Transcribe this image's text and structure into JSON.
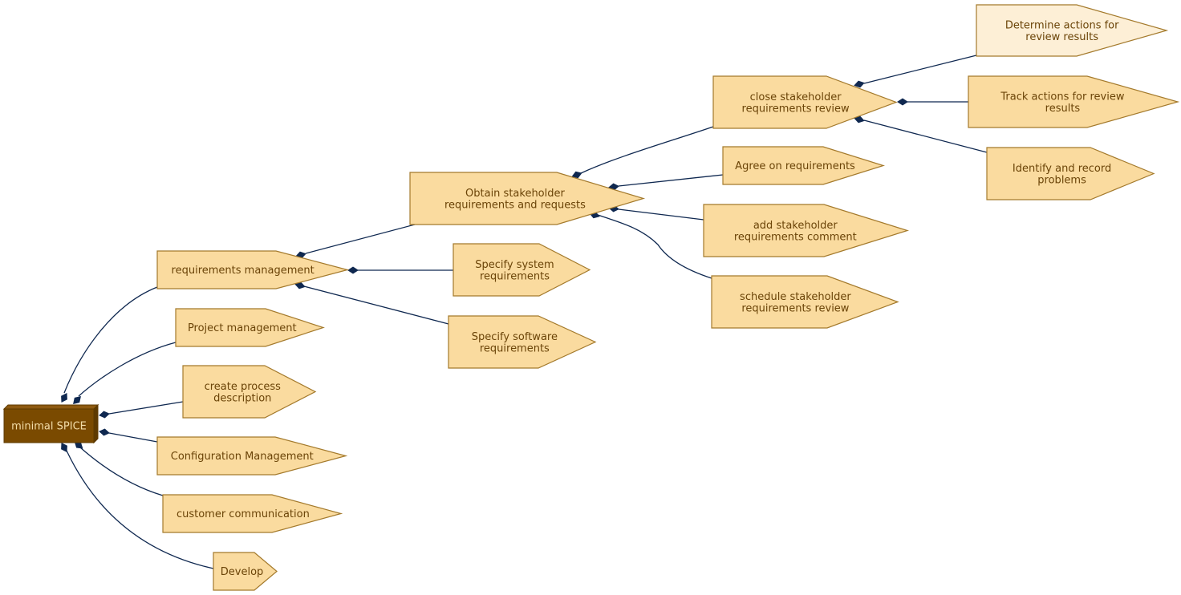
{
  "colors": {
    "edge": "#0f2850",
    "node_fill": "#fadb9f",
    "node_fill_light": "#fdefd6",
    "node_stroke": "#a47a2c",
    "node_text": "#6b4408",
    "root_fill": "#7a4a00",
    "root_text": "#f2dca8"
  },
  "root": {
    "id": "root",
    "lines": [
      "minimal SPICE"
    ]
  },
  "nodes": [
    {
      "id": "req_mgmt",
      "lines": [
        "requirements management"
      ]
    },
    {
      "id": "proj_mgmt",
      "lines": [
        "Project management"
      ]
    },
    {
      "id": "create_proc",
      "lines": [
        "create process",
        "description"
      ]
    },
    {
      "id": "config_mgmt",
      "lines": [
        "Configuration Management"
      ]
    },
    {
      "id": "cust_comm",
      "lines": [
        "customer communication"
      ]
    },
    {
      "id": "develop",
      "lines": [
        "Develop"
      ]
    },
    {
      "id": "obtain_req",
      "lines": [
        "Obtain stakeholder",
        "requirements and requests"
      ]
    },
    {
      "id": "spec_sys",
      "lines": [
        "Specify system",
        "requirements"
      ]
    },
    {
      "id": "spec_sw",
      "lines": [
        "Specify software",
        "requirements"
      ]
    },
    {
      "id": "close_review",
      "lines": [
        "close stakeholder",
        "requirements review"
      ]
    },
    {
      "id": "agree_req",
      "lines": [
        "Agree on requirements"
      ]
    },
    {
      "id": "add_comment",
      "lines": [
        "add stakeholder",
        "requirements comment"
      ]
    },
    {
      "id": "schedule_review",
      "lines": [
        "schedule stakeholder",
        "requirements review"
      ]
    },
    {
      "id": "determine_actions",
      "lines": [
        "Determine actions for",
        "review results"
      ],
      "light": true
    },
    {
      "id": "track_actions",
      "lines": [
        "Track actions for review",
        "results"
      ]
    },
    {
      "id": "identify_problems",
      "lines": [
        "Identify and record",
        "problems"
      ]
    }
  ],
  "edges": [
    {
      "from": "root",
      "to": "req_mgmt"
    },
    {
      "from": "root",
      "to": "proj_mgmt"
    },
    {
      "from": "root",
      "to": "create_proc"
    },
    {
      "from": "root",
      "to": "config_mgmt"
    },
    {
      "from": "root",
      "to": "cust_comm"
    },
    {
      "from": "root",
      "to": "develop"
    },
    {
      "from": "req_mgmt",
      "to": "obtain_req"
    },
    {
      "from": "req_mgmt",
      "to": "spec_sys"
    },
    {
      "from": "req_mgmt",
      "to": "spec_sw"
    },
    {
      "from": "obtain_req",
      "to": "close_review"
    },
    {
      "from": "obtain_req",
      "to": "agree_req"
    },
    {
      "from": "obtain_req",
      "to": "add_comment"
    },
    {
      "from": "obtain_req",
      "to": "schedule_review"
    },
    {
      "from": "close_review",
      "to": "determine_actions"
    },
    {
      "from": "close_review",
      "to": "track_actions"
    },
    {
      "from": "close_review",
      "to": "identify_problems"
    }
  ]
}
